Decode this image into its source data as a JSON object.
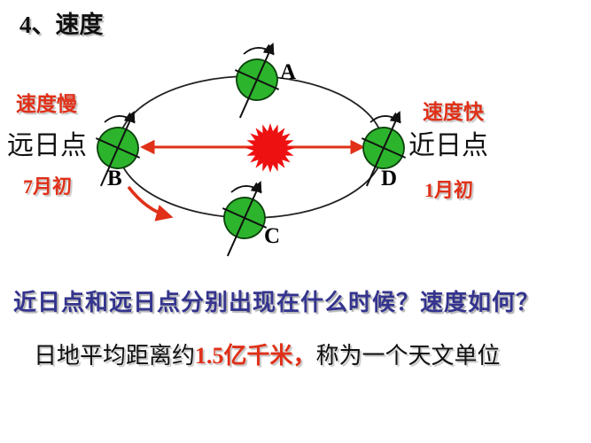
{
  "slide": {
    "title": "4、速度",
    "question": "近日点和远日点分别出现在什么时候？速度如何？",
    "distance_line": {
      "prefix": "日地平均距离约",
      "highlight": "1.5亿千米，",
      "suffix": "称为一个天文单位"
    }
  },
  "diagram": {
    "aphelion_side": {
      "speed_label": "速度慢",
      "point_label": "远日点",
      "date_label": "7月初"
    },
    "perihelion_side": {
      "speed_label": "速度快",
      "point_label": "近日点",
      "date_label": "1月初"
    },
    "position_labels": {
      "a": "A",
      "b": "B",
      "c": "C",
      "d": "D"
    },
    "icons": {
      "sun": "sun-icon",
      "earth": "earth-globe-icon",
      "earth_rotation": "rotation-arrow-icon",
      "orbit_direction": "orbit-direction-arrow-icon",
      "aphelion_perihelion_line": "aphelion-perihelion-arrow-icon"
    },
    "colors": {
      "red_accent": "#e03018",
      "earth_green": "#2cb42c",
      "question_blue": "#34348f",
      "sun_red": "#ee1111"
    }
  }
}
